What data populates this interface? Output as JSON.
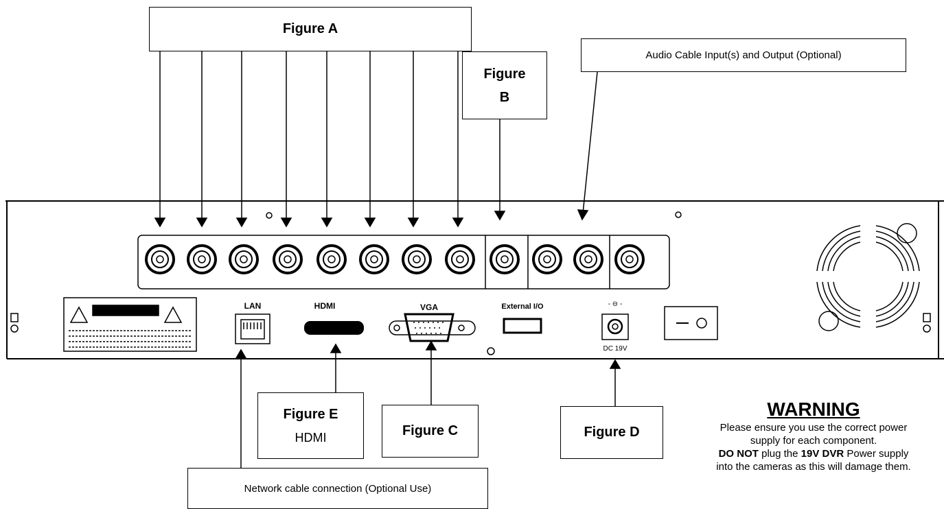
{
  "labels": {
    "figure_a": "Figure A",
    "figure_b_line1": "Figure",
    "figure_b_line2": "B",
    "figure_c": "Figure C",
    "figure_d": "Figure D",
    "figure_e": "Figure E",
    "figure_e_sub": "HDMI",
    "audio_caption": "Audio Cable Input(s) and Output (Optional)",
    "network_caption": "Network cable connection (Optional Use)"
  },
  "panel": {
    "lan": "LAN",
    "hdmi": "HDMI",
    "vga": "VGA",
    "external_io": "External I/O",
    "dc_power": "DC 19V"
  },
  "warning": {
    "title": "WARNING",
    "line1": "Please ensure you use the correct power",
    "line2": "supply for each component.",
    "line3_bold1": "DO NOT",
    "line3_text1": " plug the ",
    "line3_bold2": "19V DVR",
    "line3_text2": " Power supply",
    "line4": "into the cameras as this will damage them."
  }
}
